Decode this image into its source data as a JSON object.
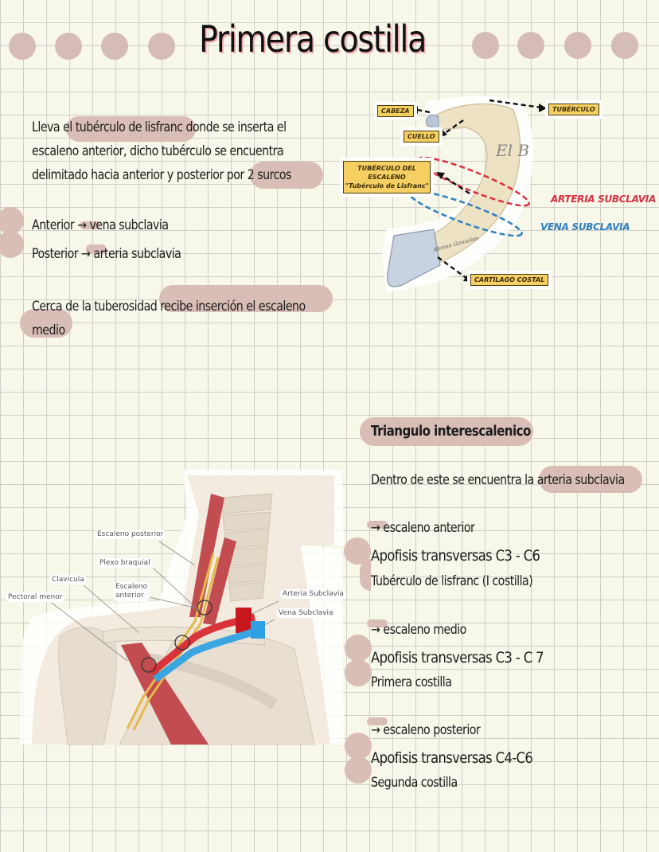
{
  "title": "Primera costilla",
  "colors": {
    "background": "#f7f7ea",
    "grid": "#cfcfc8",
    "highlight": "#d9bdb7",
    "title_shadow": "#f2a6ae",
    "label_box": "#f6cf63",
    "artery_red": "#d93040",
    "vein_blue": "#2f7fc0"
  },
  "intro": {
    "lines": [
      "Lleva el tubérculo de lisfranc donde se inserta el",
      "escaleno anterior, dicho tubérculo se encuentra",
      "delimitado hacia anterior y posterior por 2 surcos"
    ],
    "highlights": [
      "tubérculo de lisfranc",
      "2 surcos"
    ]
  },
  "grooves": {
    "anterior": "Anterior → vena subclavia",
    "posterior": "Posterior → arteria subclavia"
  },
  "middle_scalene": {
    "lines": [
      "Cerca de la tuberosidad recibe inserción el escaleno",
      "medio"
    ]
  },
  "rib_figure": {
    "labels": {
      "head": "CABEZA",
      "neck": "CUELLO",
      "tubercle": "TUBÉRCULO",
      "scalene_tubercle_1": "TUBÉRCULO DEL",
      "scalene_tubercle_2": "ESCALENO",
      "scalene_tubercle_3": "\"Tubérculo de Lisfranc\"",
      "artery": "ARTERIA SUBCLAVIA",
      "vein": "VENA SUBCLAVIA",
      "cartilage": "CARTÍLAGO COSTAL"
    },
    "watermark": "El B",
    "signature": "Alonso Gonzales"
  },
  "neck_figure": {
    "labels": {
      "posterior_scalene": "Escaleno posterior",
      "brachial_plexus": "Plexo braquial",
      "clavicle": "Clavícula",
      "anterior_scalene_1": "Escaleno",
      "anterior_scalene_2": "anterior",
      "pectoralis_minor": "Pectoral menor",
      "subclavian_artery": "Arteria Subclavia",
      "subclavian_vein": "Vena Subclavia"
    }
  },
  "triangle": {
    "heading": "Triangulo interescalenico",
    "intro": "Dentro de este se encuentra la arteria subclavia",
    "groups": [
      {
        "name": "→ escaleno anterior",
        "origin": "Apofisis transversas C3 - C6",
        "insertion": "Tubérculo de lisfranc (I costilla)"
      },
      {
        "name": "→ escaleno medio",
        "origin": "Apofisis transversas C3 - C 7",
        "insertion": "Primera costilla"
      },
      {
        "name": "→ escaleno posterior",
        "origin": "Apofisis transversas C4-C6",
        "insertion": "Segunda costilla"
      }
    ]
  }
}
